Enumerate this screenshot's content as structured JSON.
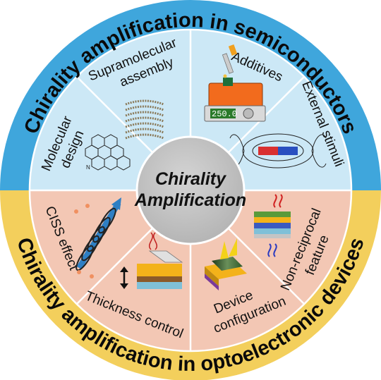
{
  "colors": {
    "top_ring": "#3fa6dc",
    "bottom_ring": "#f3cf5c",
    "top_sectors": "#cce8f6",
    "bottom_sectors": "#f3c7b4",
    "center": "#c4c4c4",
    "divider": "#ffffff"
  },
  "outer_ring": {
    "top_text": "Chirality amplification in semiconductors",
    "bottom_text": "Chirality amplification in optoelectronic devices"
  },
  "center": {
    "line1": "Chirality",
    "line2": "Amplification"
  },
  "segments": {
    "molecular_design": {
      "line1": "Molecular",
      "line2": "design",
      "icon": "helicene-molecule-icon"
    },
    "supramolecular_assembly": {
      "line1": "Supramolecular",
      "line2": "assembly",
      "icon": "helical-fiber-assembly-icon"
    },
    "additives": {
      "label": "Additives",
      "icon": "pipette-hotplate-icon",
      "screen_value": "250.0"
    },
    "external_stimuli": {
      "label": "External stimuli",
      "icon": "magnet-field-lines-icon"
    },
    "ciss_effect": {
      "label": "CISS effect",
      "icon": "helix-spin-arrow-icon"
    },
    "thickness_control": {
      "label": "Thickness control",
      "icon": "dna-film-stack-icon"
    },
    "device_configuration": {
      "line1": "Device",
      "line2": "configuration",
      "icon": "light-emitting-device-icon"
    },
    "non_reciprocal_feature": {
      "line1": "Non-reciprocal",
      "line2": "feature",
      "icon": "layered-stack-circular-light-icon"
    }
  }
}
